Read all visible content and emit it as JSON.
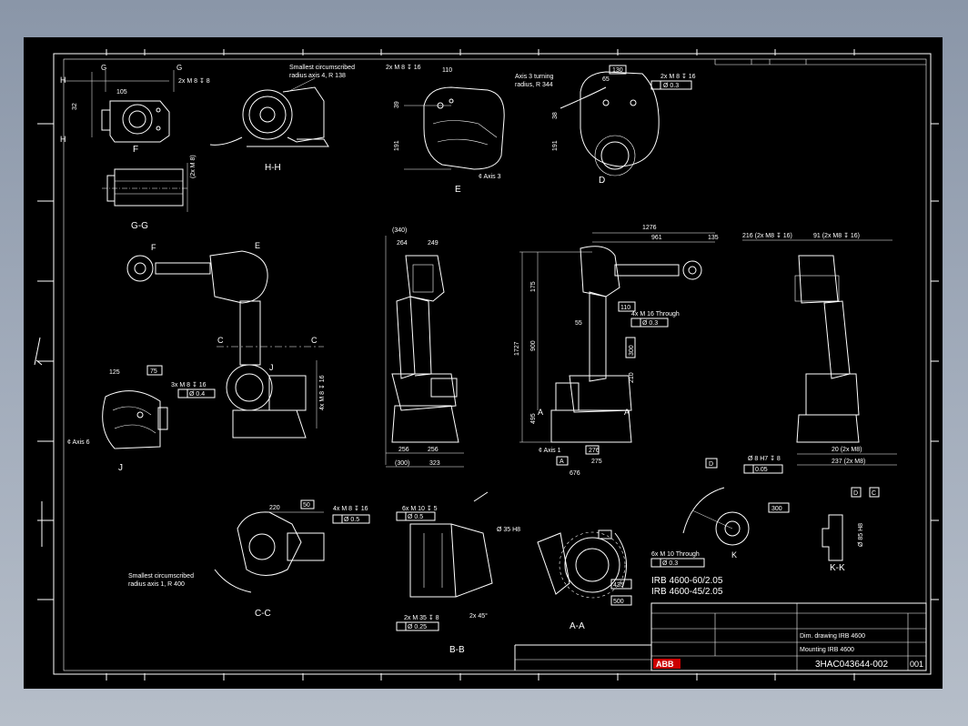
{
  "drawing": {
    "model_lines": [
      "IRB 4600-60/2.05",
      "IRB 4600-45/2.05"
    ],
    "document_number": "3HAC043644-002",
    "sheet": "001",
    "company": "ABB",
    "title_fields": [
      "Dim. drawing IRB 4600",
      "Mounting IRB 4600"
    ]
  },
  "views": {
    "F": "F",
    "GG": "G-G",
    "HH": "H-H",
    "E": "E",
    "D": "D",
    "J": "J",
    "CC": "C-C",
    "BB": "B-B",
    "AA": "A-A",
    "K": "K",
    "KK": "K-K"
  },
  "notes": {
    "smallest_axis4": "Smallest circumscribed",
    "smallest_axis4_b": "radius axis 4, R 138",
    "axis3_turning": "Axis 3 turning",
    "axis3_turning_b": "radius, R 344",
    "smallest_axis1": "Smallest circumscribed",
    "smallest_axis1_b": "radius axis 1, R 400",
    "axis3_cl": "¢ Axis 3",
    "axis6_cl": "¢ Axis 6",
    "axis1_cl": "¢ Axis 1",
    "through_holes": "4x M 16 Through",
    "through_holes_2": "6x M 10 Through"
  },
  "dimensions": {
    "d1276": "1276",
    "d961": "961",
    "d135": "135",
    "d175": "175",
    "d1727": "1727",
    "d900": "900",
    "d495": "495",
    "d110": "110",
    "d55": "55",
    "d300": "300",
    "d210": "210",
    "d276": "276",
    "d676": "676",
    "d275": "275",
    "d300b": "300",
    "d323": "323",
    "d256a": "256",
    "d256b": "256",
    "d340": "340",
    "d264": "264",
    "d249": "249",
    "d216": "216 (2x M8 ↧ 16)",
    "d91": "91 (2x M8 ↧ 16)",
    "d20": "20 (2x M8)",
    "d237": "237 (2x M8)",
    "d130": "130",
    "d65": "65",
    "d125": "125",
    "d75": "75",
    "d220": "220",
    "d50": "50",
    "d85": "Ø 85 H8",
    "d35": "Ø 35 H8",
    "d435": "435",
    "d500": "500",
    "d300c": "300",
    "tolA": "Ø 0.3",
    "tolB": "Ø 0.4",
    "tolC": "Ø 0.5",
    "tolD": "Ø 0.25",
    "tolE": "0.05"
  }
}
